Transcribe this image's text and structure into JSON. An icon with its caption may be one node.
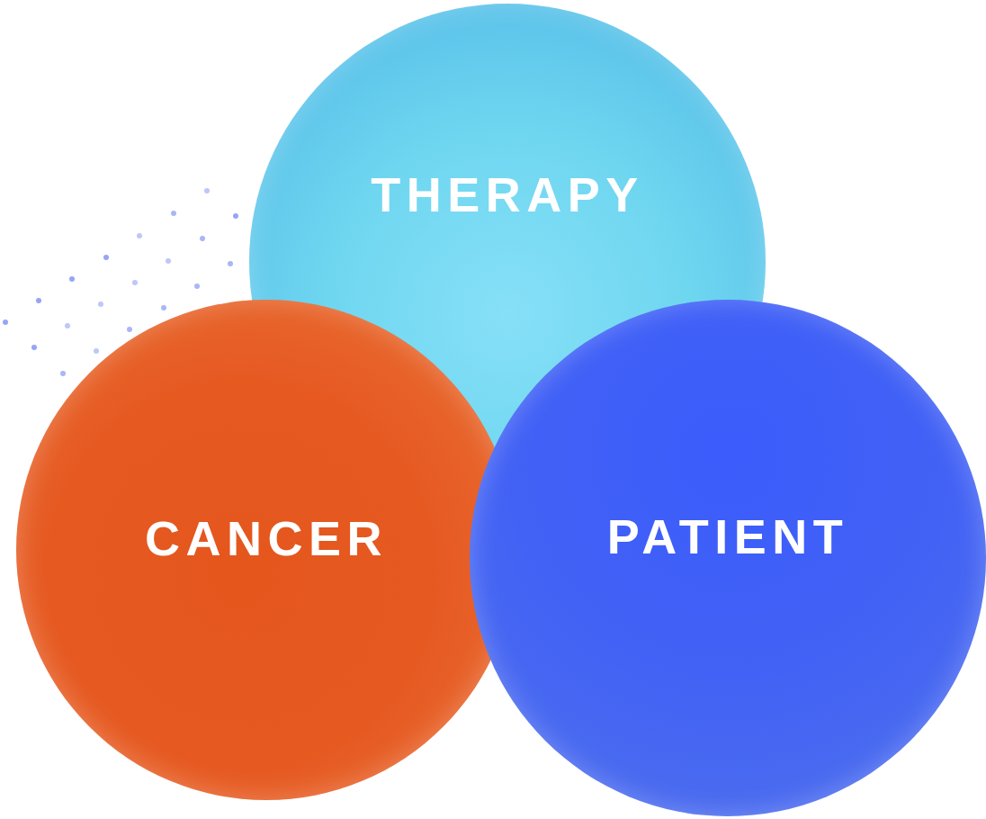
{
  "diagram": {
    "nodes": [
      {
        "text": [
          "THERAPY"
        ]
      },
      {
        "text": [
          "CANCER"
        ]
      },
      {
        "text": [
          "PATIENT"
        ]
      }
    ]
  }
}
